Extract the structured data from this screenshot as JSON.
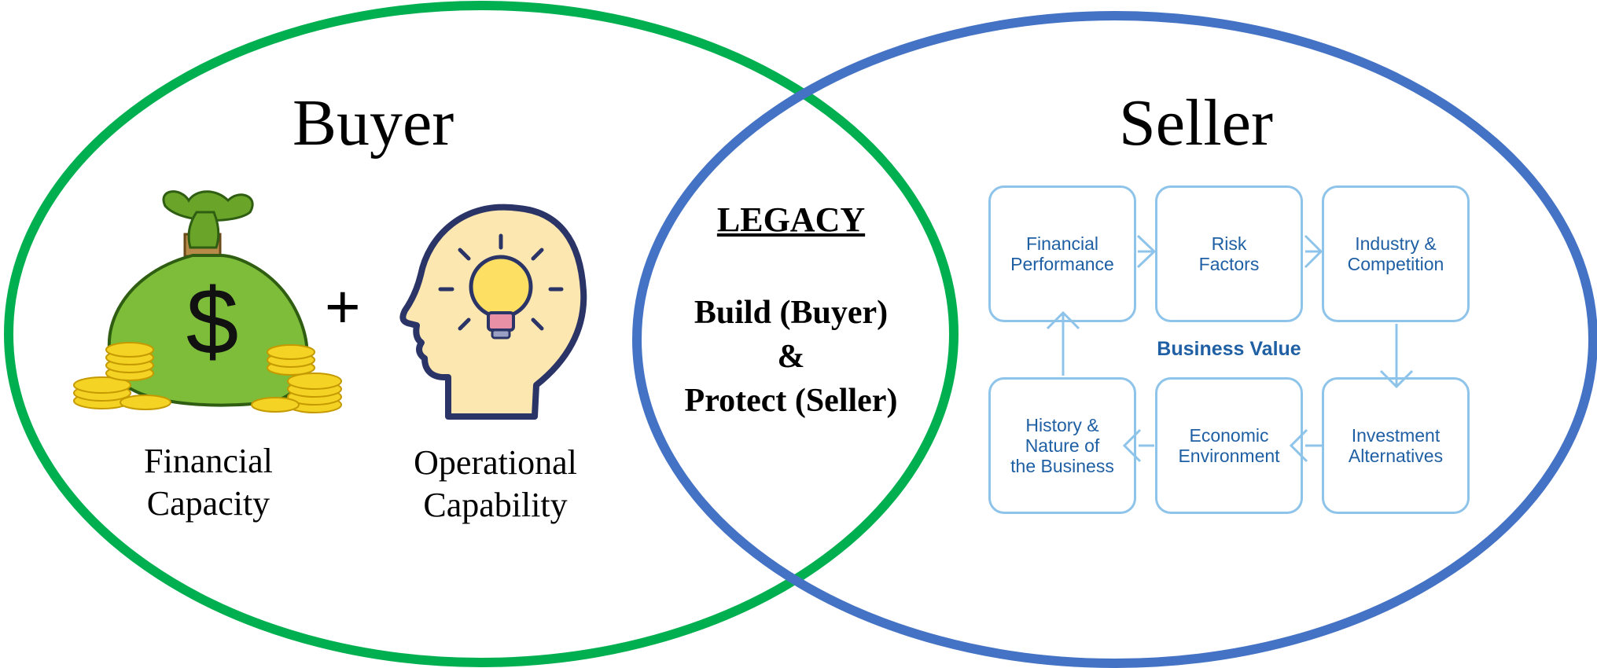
{
  "colors": {
    "buyer_ring": "#00b050",
    "seller_ring": "#4472c4",
    "flow_blue": "#8fc4ea",
    "flow_text": "#1f5fa3"
  },
  "buyer": {
    "title": "Buyer",
    "plus": "+",
    "money_bag": {
      "icon": "money-bag-icon",
      "symbol": "$",
      "caption_line1": "Financial",
      "caption_line2": "Capacity"
    },
    "head": {
      "icon": "head-lightbulb-icon",
      "caption_line1": "Operational",
      "caption_line2": "Capability"
    }
  },
  "overlap": {
    "title": "LEGACY",
    "line1": "Build (Buyer)",
    "line2": "&",
    "line3": "Protect (Seller)"
  },
  "seller": {
    "title": "Seller",
    "center_label": "Business Value",
    "boxes": [
      {
        "label": "Financial\nPerformance"
      },
      {
        "label": "Risk\nFactors"
      },
      {
        "label": "Industry &\nCompetition"
      },
      {
        "label": "History &\nNature of\nthe Business"
      },
      {
        "label": "Economic\nEnvironment"
      },
      {
        "label": "Investment\nAlternatives"
      }
    ]
  }
}
